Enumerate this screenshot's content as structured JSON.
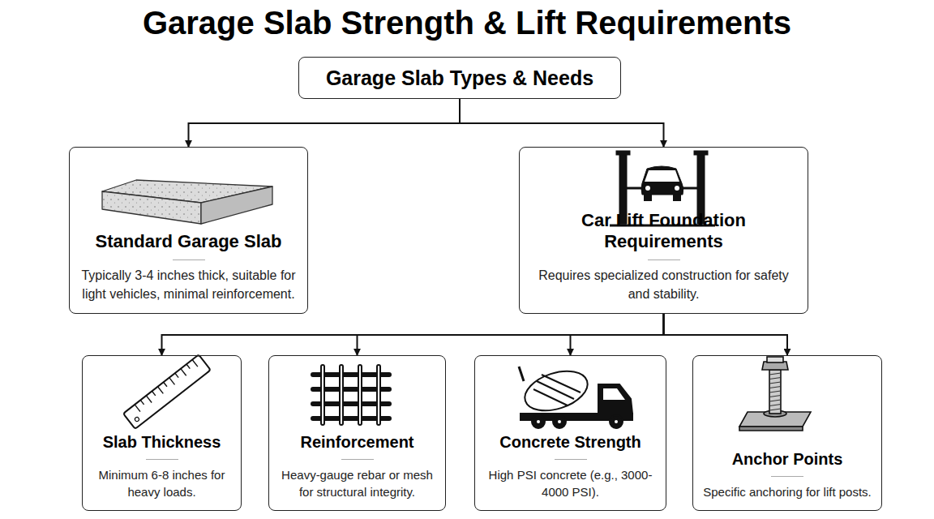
{
  "diagram": {
    "title": "Garage Slab Strength & Lift Requirements",
    "nodes": [
      {
        "text": [
          "Garage Slab Types & Needs"
        ]
      },
      {
        "text": [
          "Standard Garage Slab",
          "Typically 3-4 inches thick, suitable for light vehicles, minimal reinforcement."
        ]
      },
      {
        "text": [
          "Car Lift Foundation Requirements",
          "Requires specialized construction for safety and stability."
        ]
      },
      {
        "text": [
          "Slab Thickness",
          "Minimum 6-8 inches for heavy loads."
        ]
      },
      {
        "text": [
          "Reinforcement",
          "Heavy-gauge rebar or mesh for structural integrity."
        ]
      },
      {
        "text": [
          "Concrete Strength",
          "High PSI concrete (e.g., 3000-4000 PSI)."
        ]
      },
      {
        "text": [
          "Anchor Points",
          "Specific anchoring for lift posts."
        ]
      }
    ],
    "edges": [
      {
        "from": 0,
        "to": 1,
        "arrow": "to"
      },
      {
        "from": 0,
        "to": 2,
        "arrow": "to"
      },
      {
        "from": 2,
        "to": 3,
        "arrow": "to"
      },
      {
        "from": 2,
        "to": 4,
        "arrow": "to"
      },
      {
        "from": 2,
        "to": 5,
        "arrow": "to"
      },
      {
        "from": 2,
        "to": 6,
        "arrow": "to"
      }
    ]
  }
}
